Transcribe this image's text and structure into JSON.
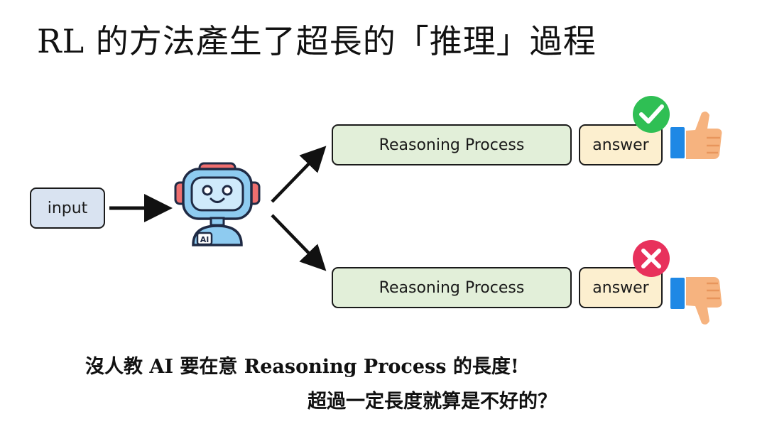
{
  "title": "RL 的方法產生了超長的「推理」過程",
  "diagram": {
    "input_label": "input",
    "robot_badge": "AI",
    "top_branch": {
      "reasoning_label": "Reasoning Process",
      "answer_label": "answer",
      "verdict_icon": "check-circle-icon",
      "feedback_icon": "thumbs-up-icon"
    },
    "bottom_branch": {
      "reasoning_label": "Reasoning Process",
      "answer_label": "answer",
      "verdict_icon": "x-circle-icon",
      "feedback_icon": "thumbs-down-icon"
    }
  },
  "captions": {
    "line1": "沒人教 AI 要在意  Reasoning Process 的長度!",
    "line2": "超過一定長度就算是不好的？"
  },
  "colors": {
    "input_fill": "#d9e3f1",
    "reasoning_fill": "#e2efd9",
    "answer_fill": "#fcefcf",
    "check_green": "#2fbf54",
    "cross_red": "#e8315c",
    "robot_blue": "#8ecbf0",
    "thumb_skin": "#f6b37f",
    "cuff_blue": "#1e88e5"
  }
}
